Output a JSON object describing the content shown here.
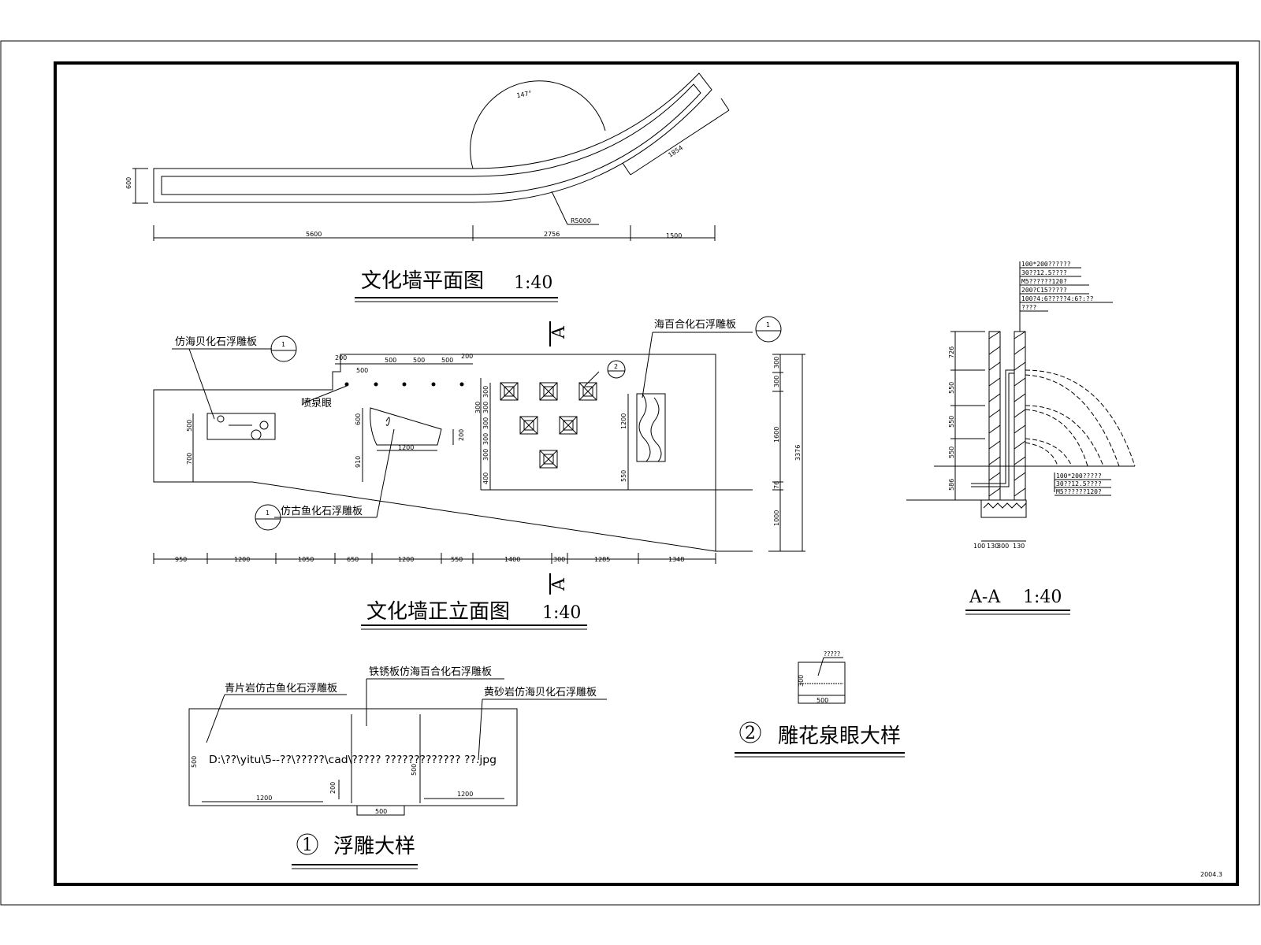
{
  "plan": {
    "title": "文化墙平面图",
    "scale": "1:40",
    "angle": "147°",
    "radius": "R5000",
    "dim_width": "600",
    "dim_diag": "1854",
    "dims": [
      "5600",
      "2756",
      "1500"
    ]
  },
  "elevation": {
    "title": "文化墙正立面图",
    "scale": "1:40",
    "section_mark": "A",
    "labels": {
      "shell": "仿海贝化石浮雕板",
      "fountain": "喷泉眼",
      "fish": "仿古鱼化石浮雕板",
      "lily": "海百合化石浮雕板"
    },
    "callouts": {
      "one": "1",
      "two": "2"
    },
    "top_dims": [
      "200",
      "500",
      "500",
      "500",
      "500",
      "200"
    ],
    "bottom_dims": [
      "950",
      "1200",
      "1050",
      "650",
      "1200",
      "550",
      "1400",
      "300",
      "1285",
      "1348"
    ],
    "right_dims": [
      "300",
      "300",
      "1600",
      "76",
      "1000"
    ],
    "total_height": "3376",
    "left_dims": [
      "500",
      "700"
    ],
    "fish_dims": [
      "600",
      "910",
      "1200",
      "200"
    ],
    "grid_dims": [
      "300",
      "300",
      "300",
      "300",
      "300",
      "300",
      "400"
    ],
    "lily_dims": [
      "1200",
      "550"
    ]
  },
  "section": {
    "title": "A-A",
    "scale": "1:40",
    "notes_top": [
      "100*200??????",
      "30??12.5????",
      "M5??????120?",
      "200?C15?????",
      "100?4:6?????4:6?:??",
      "????"
    ],
    "notes_bottom": [
      "100*200?????",
      "30??12.5????",
      "M5??????120?"
    ],
    "heights": [
      "726",
      "550",
      "550",
      "550",
      "586"
    ],
    "base_dims": [
      "100",
      "130",
      "300",
      "130"
    ]
  },
  "relief": {
    "title": "浮雕大样",
    "number": "1",
    "label_left": "青片岩仿古鱼化石浮雕板",
    "label_mid": "铁锈板仿海百合化石浮雕板",
    "label_right": "黄砂岩仿海贝化石浮雕板",
    "broken_path": "D:\\??\\yitu\\5--??\\?????\\cad\\?????    ????????????? ??.jpg",
    "dims": [
      "500",
      "1200",
      "200",
      "500",
      "1200",
      "500"
    ]
  },
  "fountain_detail": {
    "title": "雕花泉眼大样",
    "number": "2",
    "dims": [
      "500",
      "300",
      "?????"
    ]
  },
  "date": "2004.3"
}
